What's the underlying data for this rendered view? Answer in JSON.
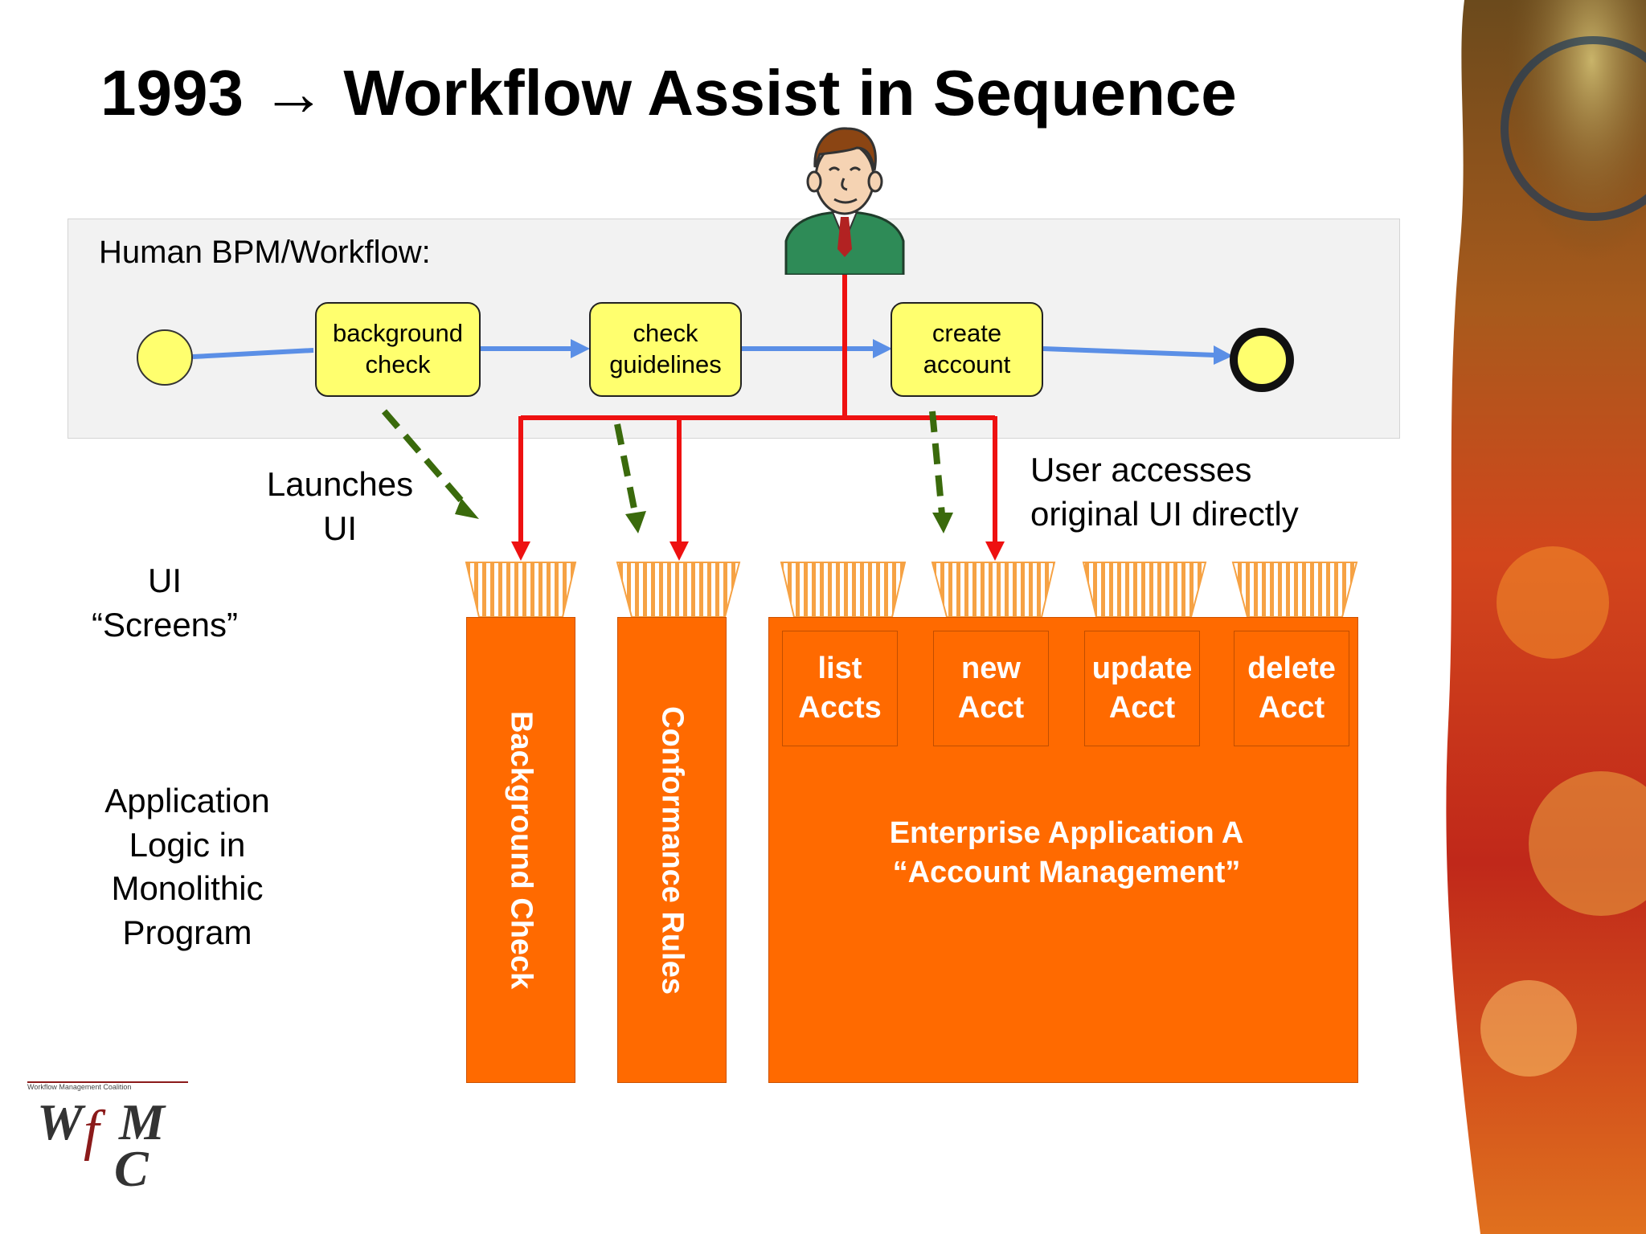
{
  "title": "1993 → Workflow Assist in Sequence",
  "lane_label": "Human BPM/Workflow:",
  "tasks": [
    "background check",
    "check guidelines",
    "create account"
  ],
  "labels": {
    "launches_ui": "Launches UI",
    "ui_screens": "UI “Screens”",
    "user_access": "User accesses original UI directly",
    "app_logic": "Application Logic in Monolithic Program"
  },
  "apps": {
    "background_check": "Background Check",
    "conformance_rules": "Conformance Rules",
    "enterprise_title": "Enterprise Application A “Account Management”",
    "functions": [
      "list Accts",
      "new Acct",
      "update Acct",
      "delete Acct"
    ]
  },
  "logo": {
    "top_text": "Workflow Management Coalition",
    "letters": "WfMC"
  },
  "colors": {
    "task_fill": "#ffff6e",
    "app_orange": "#ff6a00",
    "flow_blue": "#5b8fe6",
    "access_red": "#ee1111",
    "launch_green": "#3a6a0c"
  },
  "icons": {
    "person": "businessman-icon"
  }
}
